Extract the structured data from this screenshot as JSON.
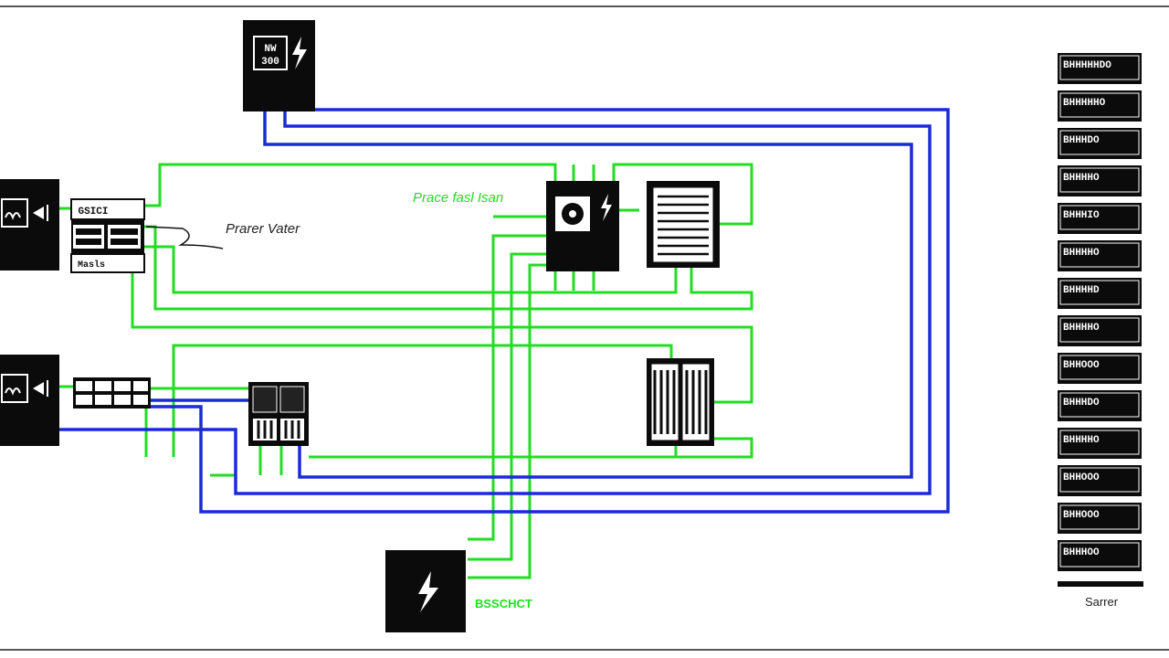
{
  "colors": {
    "green_wire": "#22dd22",
    "blue_wire": "#1a2bd6",
    "device_fill": "#0b0b0b",
    "device_text": "#ffffff",
    "frame": "#555555",
    "label_text": "#222222"
  },
  "labels": {
    "top_source_line1": "NW",
    "top_source_line2": "300",
    "power_meter": "Prarer Vater",
    "phase_fuse": "Prace fasl Isan",
    "left_panel_a_title": "GSICI",
    "left_panel_a_footer": "Masls",
    "bottom_supply": "BSSCHCT",
    "rack_footer": "Sarrer"
  },
  "icons": {
    "top_source": "lightning-icon",
    "bottom_supply": "lightning-icon",
    "left_device_a": "coil-symbol-icon",
    "left_device_b": "coil-symbol-icon",
    "center_disconnect": "circle-breaker-icon"
  },
  "rack": {
    "modules": [
      "BHHHHHDO",
      "BHHHHHO",
      "BHHHDO",
      "BHHHHO",
      "BHHHIO",
      "BHHHHO",
      "BHHHHD",
      "BHHHHO",
      "BHHOOO",
      "BHHHDO",
      "BHHHHO",
      "BHHOOO",
      "BHHOOO",
      "BHHHOO"
    ]
  }
}
